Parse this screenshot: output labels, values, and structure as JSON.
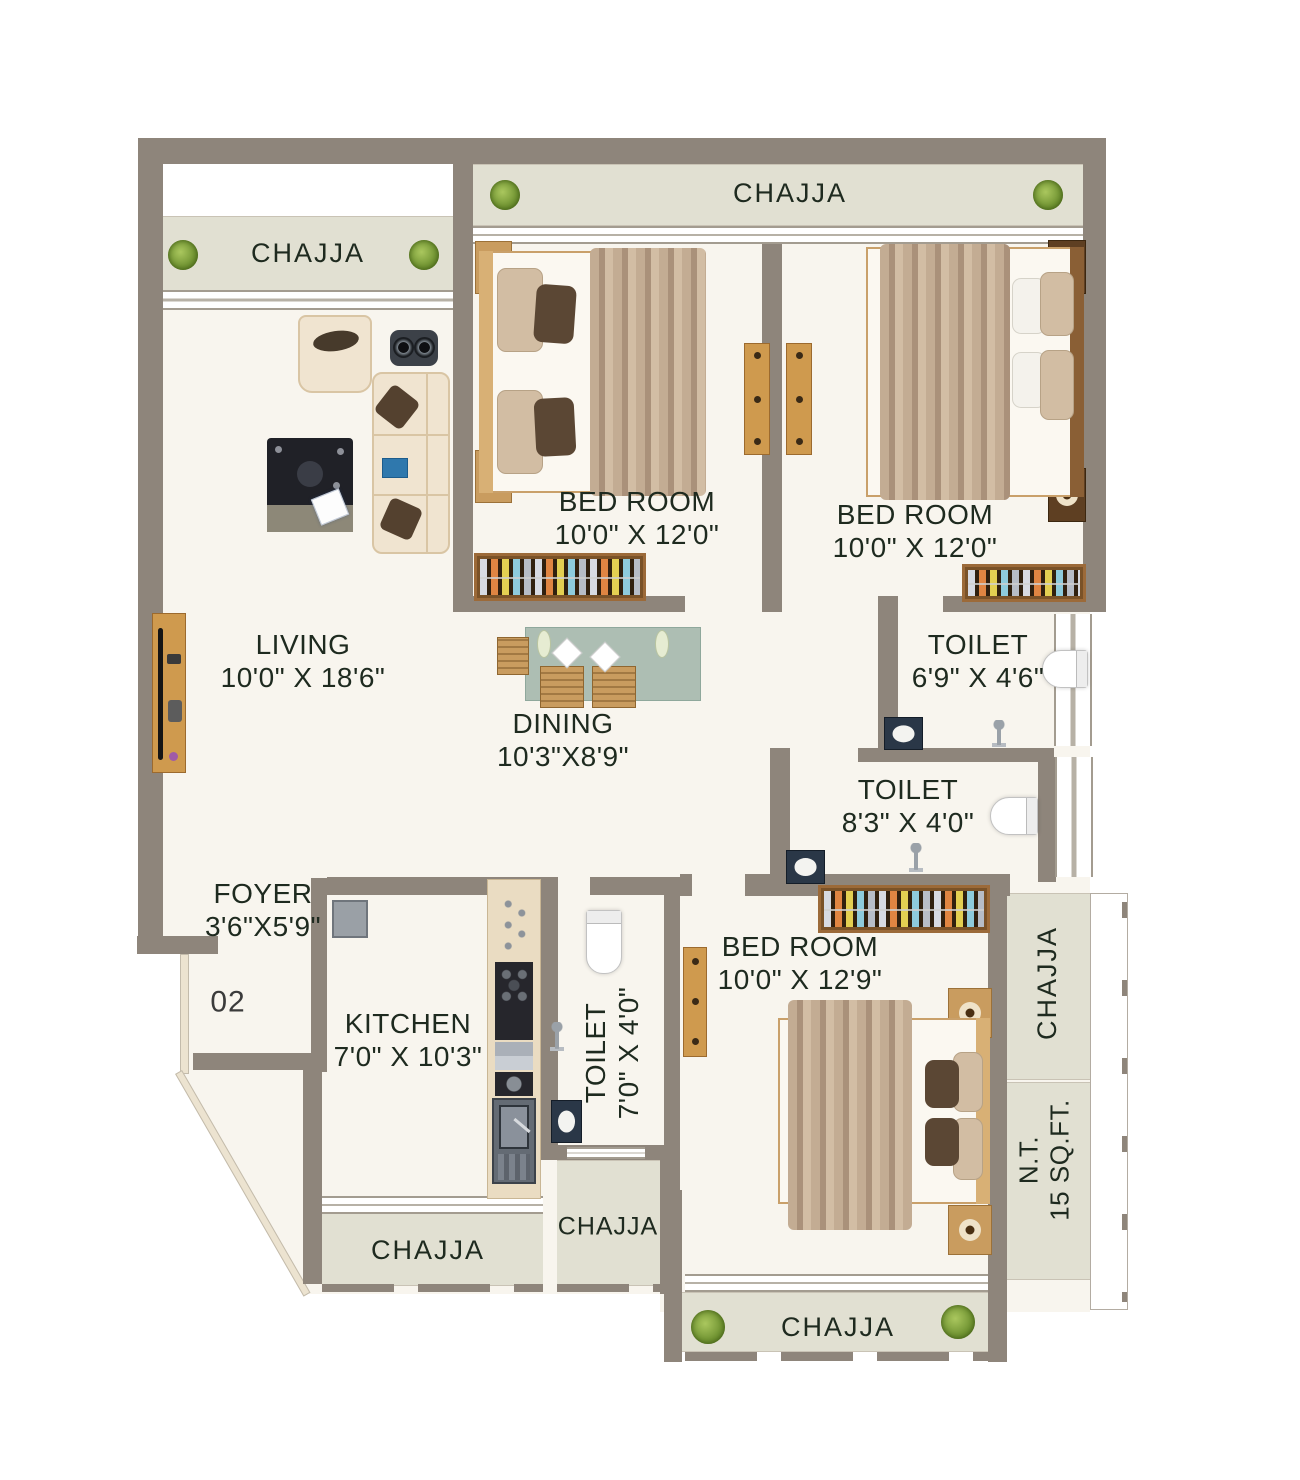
{
  "unit_number": "02",
  "rooms": {
    "living": {
      "name": "LIVING",
      "dims": "10'0\" X 18'6\""
    },
    "dining": {
      "name": "DINING",
      "dims": "10'3\"X8'9\""
    },
    "foyer": {
      "name": "FOYER",
      "dims": "3'6\"X5'9\""
    },
    "kitchen": {
      "name": "KITCHEN",
      "dims": "7'0\" X 10'3\""
    },
    "bedroom1": {
      "name": "BED ROOM",
      "dims": "10'0\" X 12'0\""
    },
    "bedroom2": {
      "name": "BED ROOM",
      "dims": "10'0\" X 12'0\""
    },
    "bedroom3": {
      "name": "BED ROOM",
      "dims": "10'0\" X 12'9\""
    },
    "toilet1": {
      "name": "TOILET",
      "dims": "6'9\" X 4'6\""
    },
    "toilet2": {
      "name": "TOILET",
      "dims": "8'3\" X 4'0\""
    },
    "toilet3": {
      "name": "TOILET",
      "dims": "7'0\" X 4'0\""
    }
  },
  "balconies": {
    "top_left": "CHAJJA",
    "top": "CHAJJA",
    "right": "CHAJJA",
    "kitchen": "CHAJJA",
    "inner": "CHAJJA",
    "bottom": "CHAJJA"
  },
  "net_terrace": {
    "line1": "N.T.",
    "line2": "15 SQ.FT."
  },
  "colors": {
    "wall": "#8e857b",
    "floor": "#f8f5ee",
    "balcony": "#e1e0d2",
    "text": "#1e2a1f",
    "wood": "#cf9a4e"
  }
}
